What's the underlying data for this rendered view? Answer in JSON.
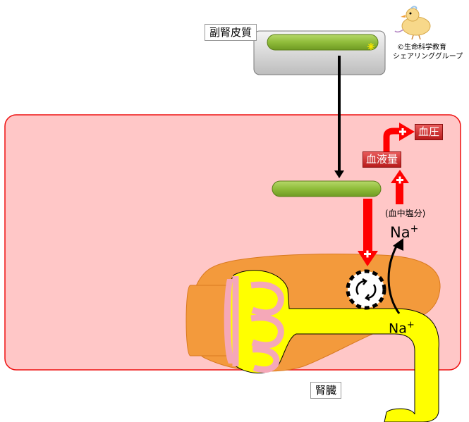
{
  "labels": {
    "adrenal_cortex": "副腎皮質",
    "kidney": "腎臓",
    "blood_pressure": "血圧",
    "blood_volume": "血液量",
    "blood_salt": "(血中塩分)",
    "na_top": "Na",
    "na_bottom": "Na",
    "charge": "+"
  },
  "credit": {
    "line1": "©生命科学教育",
    "line2": "シェアリンググループ"
  },
  "colors": {
    "body_fill": "#ffc7c7",
    "body_border": "#ee1111",
    "hormone": "#8fbc3a",
    "kidney": "#f39a3c",
    "tubule": "#ffff00",
    "arrow_red": "#ff0000",
    "gland_box": "#cfcfcf"
  },
  "icons": {
    "mascot": "chick-mascot-icon",
    "transporter": "cycle-icon",
    "plus": "plus-sign-icon"
  }
}
